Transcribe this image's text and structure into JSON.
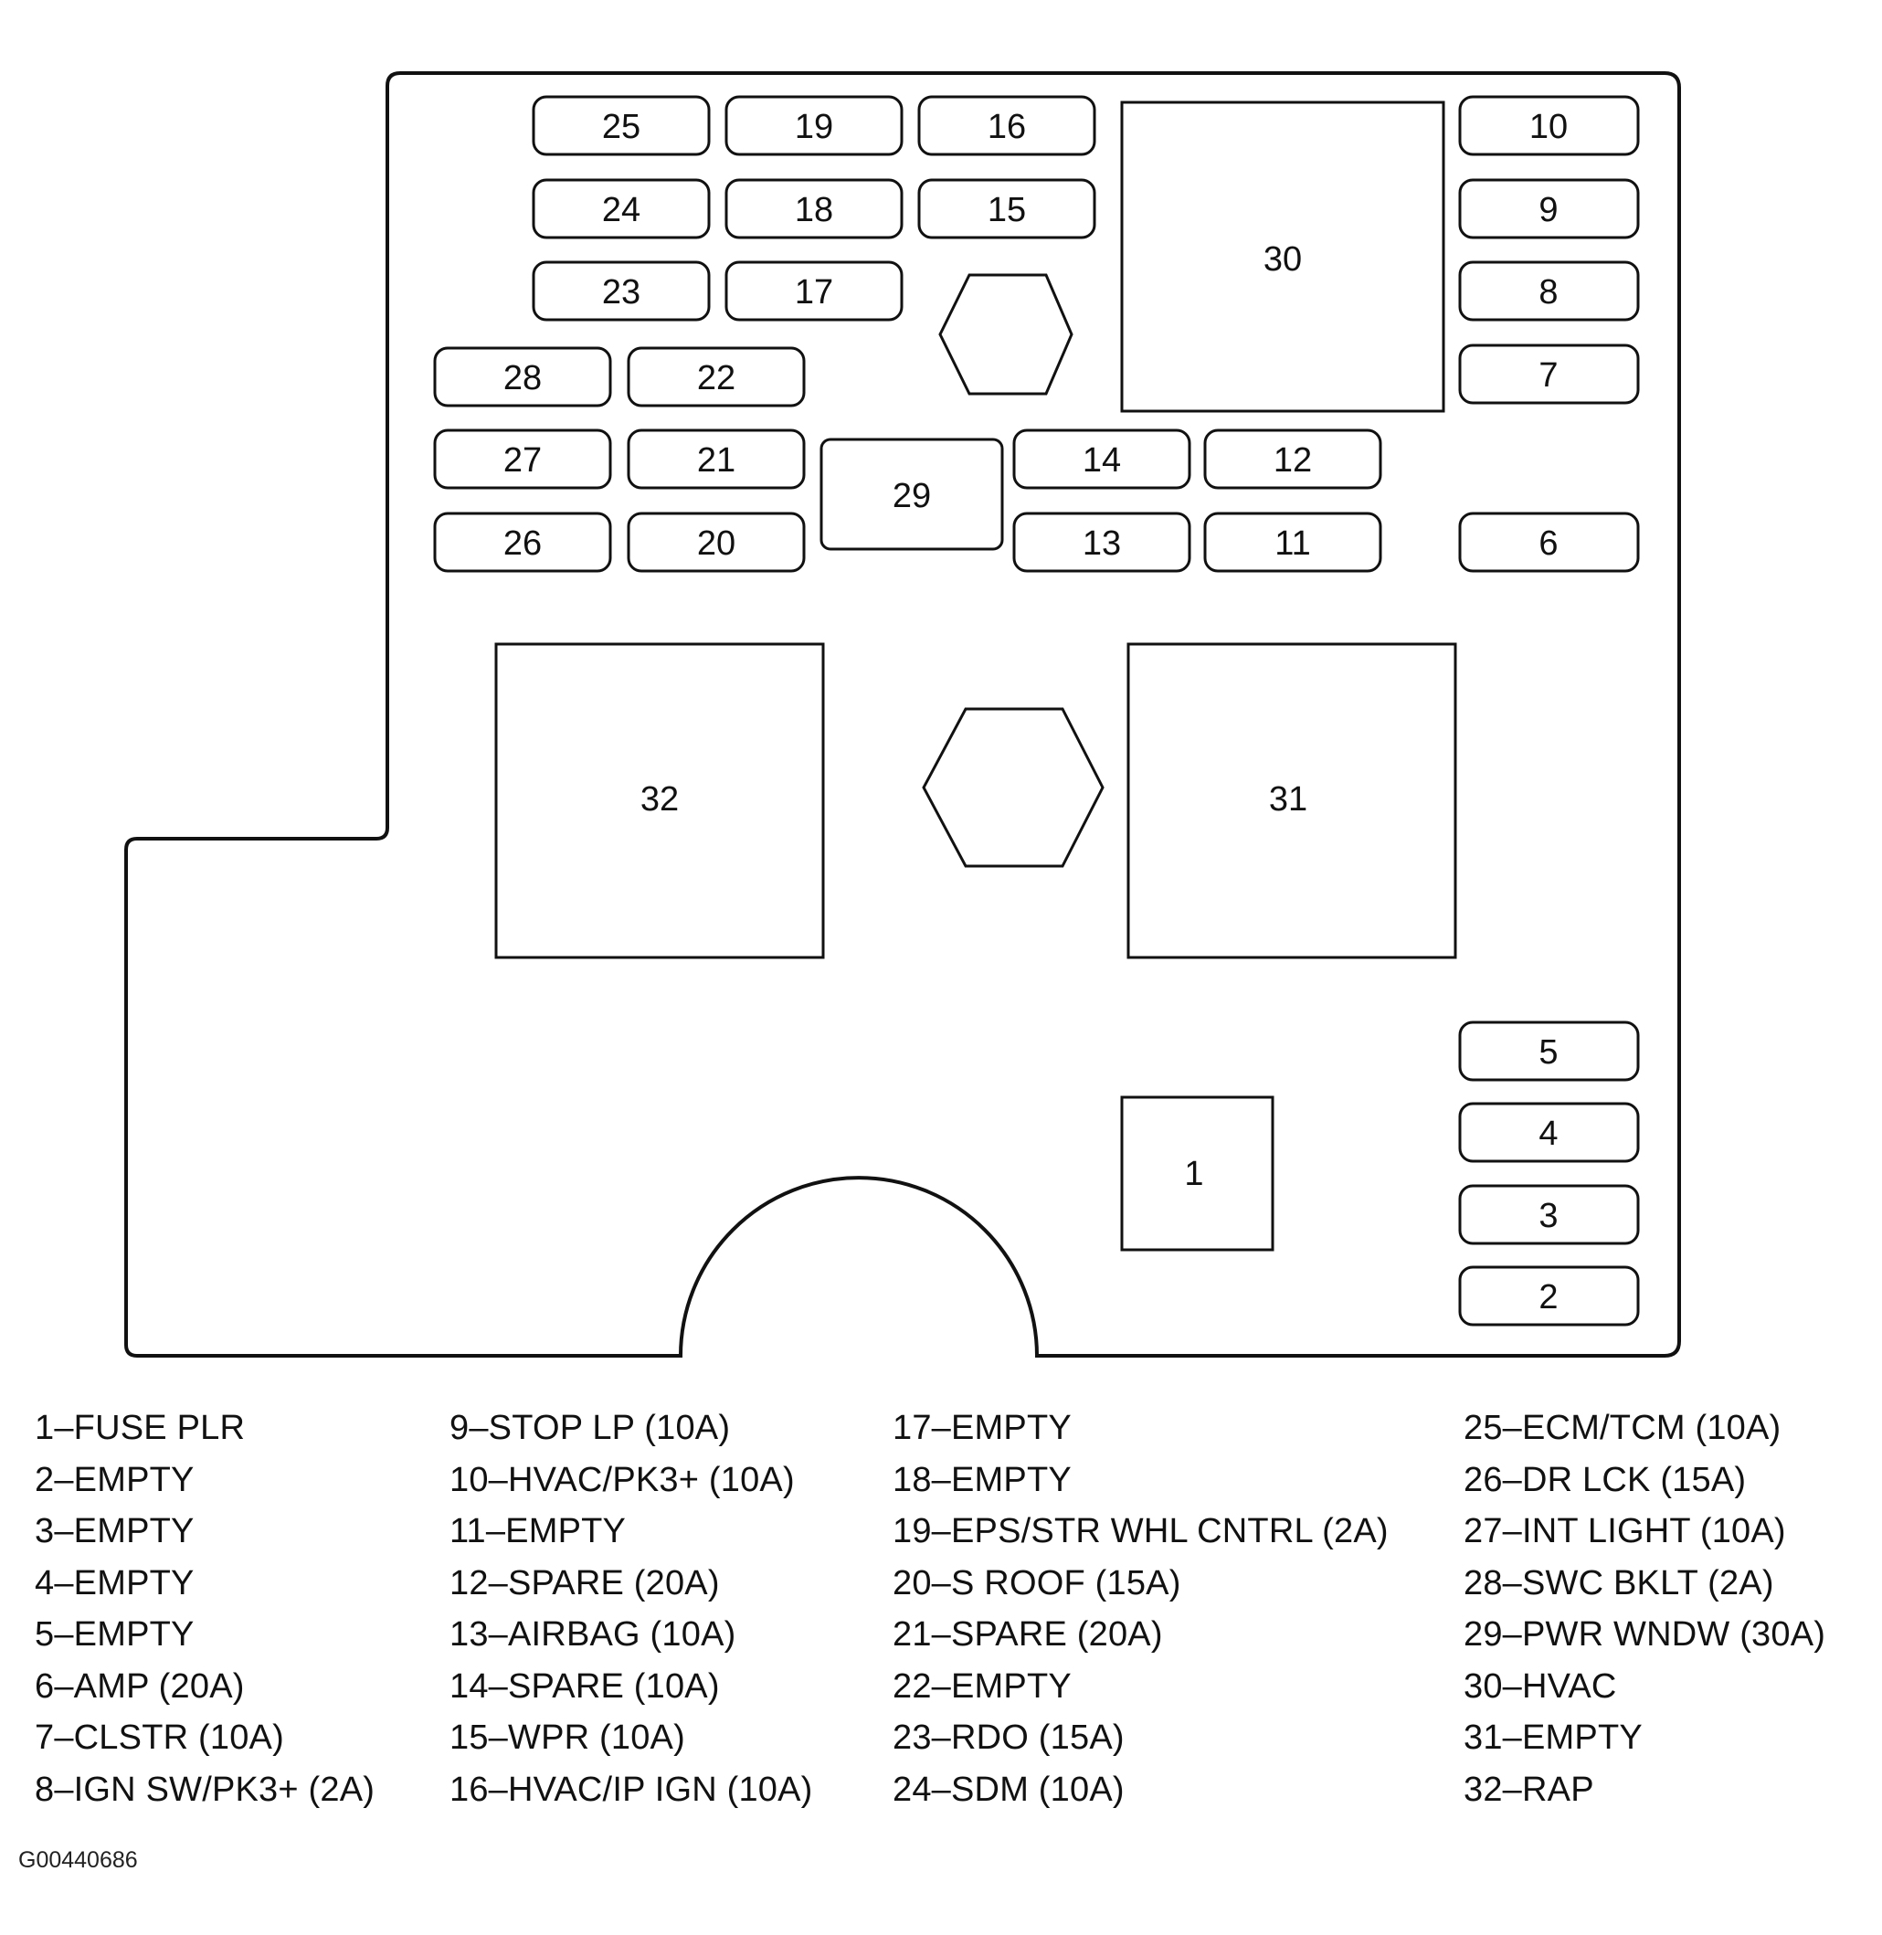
{
  "diagram": {
    "fuses": [
      {
        "id": "fuse-25",
        "label": "25"
      },
      {
        "id": "fuse-19",
        "label": "19"
      },
      {
        "id": "fuse-16",
        "label": "16"
      },
      {
        "id": "fuse-24",
        "label": "24"
      },
      {
        "id": "fuse-18",
        "label": "18"
      },
      {
        "id": "fuse-15",
        "label": "15"
      },
      {
        "id": "fuse-23",
        "label": "23"
      },
      {
        "id": "fuse-17",
        "label": "17"
      },
      {
        "id": "fuse-28",
        "label": "28"
      },
      {
        "id": "fuse-22",
        "label": "22"
      },
      {
        "id": "fuse-27",
        "label": "27"
      },
      {
        "id": "fuse-21",
        "label": "21"
      },
      {
        "id": "fuse-26",
        "label": "26"
      },
      {
        "id": "fuse-20",
        "label": "20"
      },
      {
        "id": "fuse-14",
        "label": "14"
      },
      {
        "id": "fuse-12",
        "label": "12"
      },
      {
        "id": "fuse-13",
        "label": "13"
      },
      {
        "id": "fuse-11",
        "label": "11"
      },
      {
        "id": "fuse-10",
        "label": "10"
      },
      {
        "id": "fuse-9",
        "label": "9"
      },
      {
        "id": "fuse-8",
        "label": "8"
      },
      {
        "id": "fuse-7",
        "label": "7"
      },
      {
        "id": "fuse-6",
        "label": "6"
      },
      {
        "id": "fuse-5",
        "label": "5"
      },
      {
        "id": "fuse-4",
        "label": "4"
      },
      {
        "id": "fuse-3",
        "label": "3"
      },
      {
        "id": "fuse-2",
        "label": "2"
      }
    ],
    "relays": [
      {
        "id": "relay-30",
        "label": "30"
      },
      {
        "id": "relay-29",
        "label": "29"
      },
      {
        "id": "relay-32",
        "label": "32"
      },
      {
        "id": "relay-31",
        "label": "31"
      },
      {
        "id": "relay-1",
        "label": "1"
      }
    ]
  },
  "legend": {
    "columns": [
      [
        "1–FUSE PLR",
        "2–EMPTY",
        "3–EMPTY",
        "4–EMPTY",
        "5–EMPTY",
        "6–AMP (20A)",
        "7–CLSTR (10A)",
        "8–IGN SW/PK3+ (2A)"
      ],
      [
        "9–STOP LP (10A)",
        "10–HVAC/PK3+ (10A)",
        "11–EMPTY",
        "12–SPARE (20A)",
        "13–AIRBAG (10A)",
        "14–SPARE (10A)",
        "15–WPR (10A)",
        "16–HVAC/IP IGN (10A)"
      ],
      [
        "17–EMPTY",
        "18–EMPTY",
        "19–EPS/STR WHL CNTRL (2A)",
        "20–S ROOF (15A)",
        "21–SPARE (20A)",
        "22–EMPTY",
        "23–RDO (15A)",
        "24–SDM (10A)"
      ],
      [
        "25–ECM/TCM (10A)",
        "26–DR LCK (15A)",
        "27–INT LIGHT (10A)",
        "28–SWC BKLT (2A)",
        "29–PWR WNDW (30A)",
        "30–HVAC",
        "31–EMPTY",
        "32–RAP"
      ]
    ]
  },
  "figure_id": "G00440686"
}
